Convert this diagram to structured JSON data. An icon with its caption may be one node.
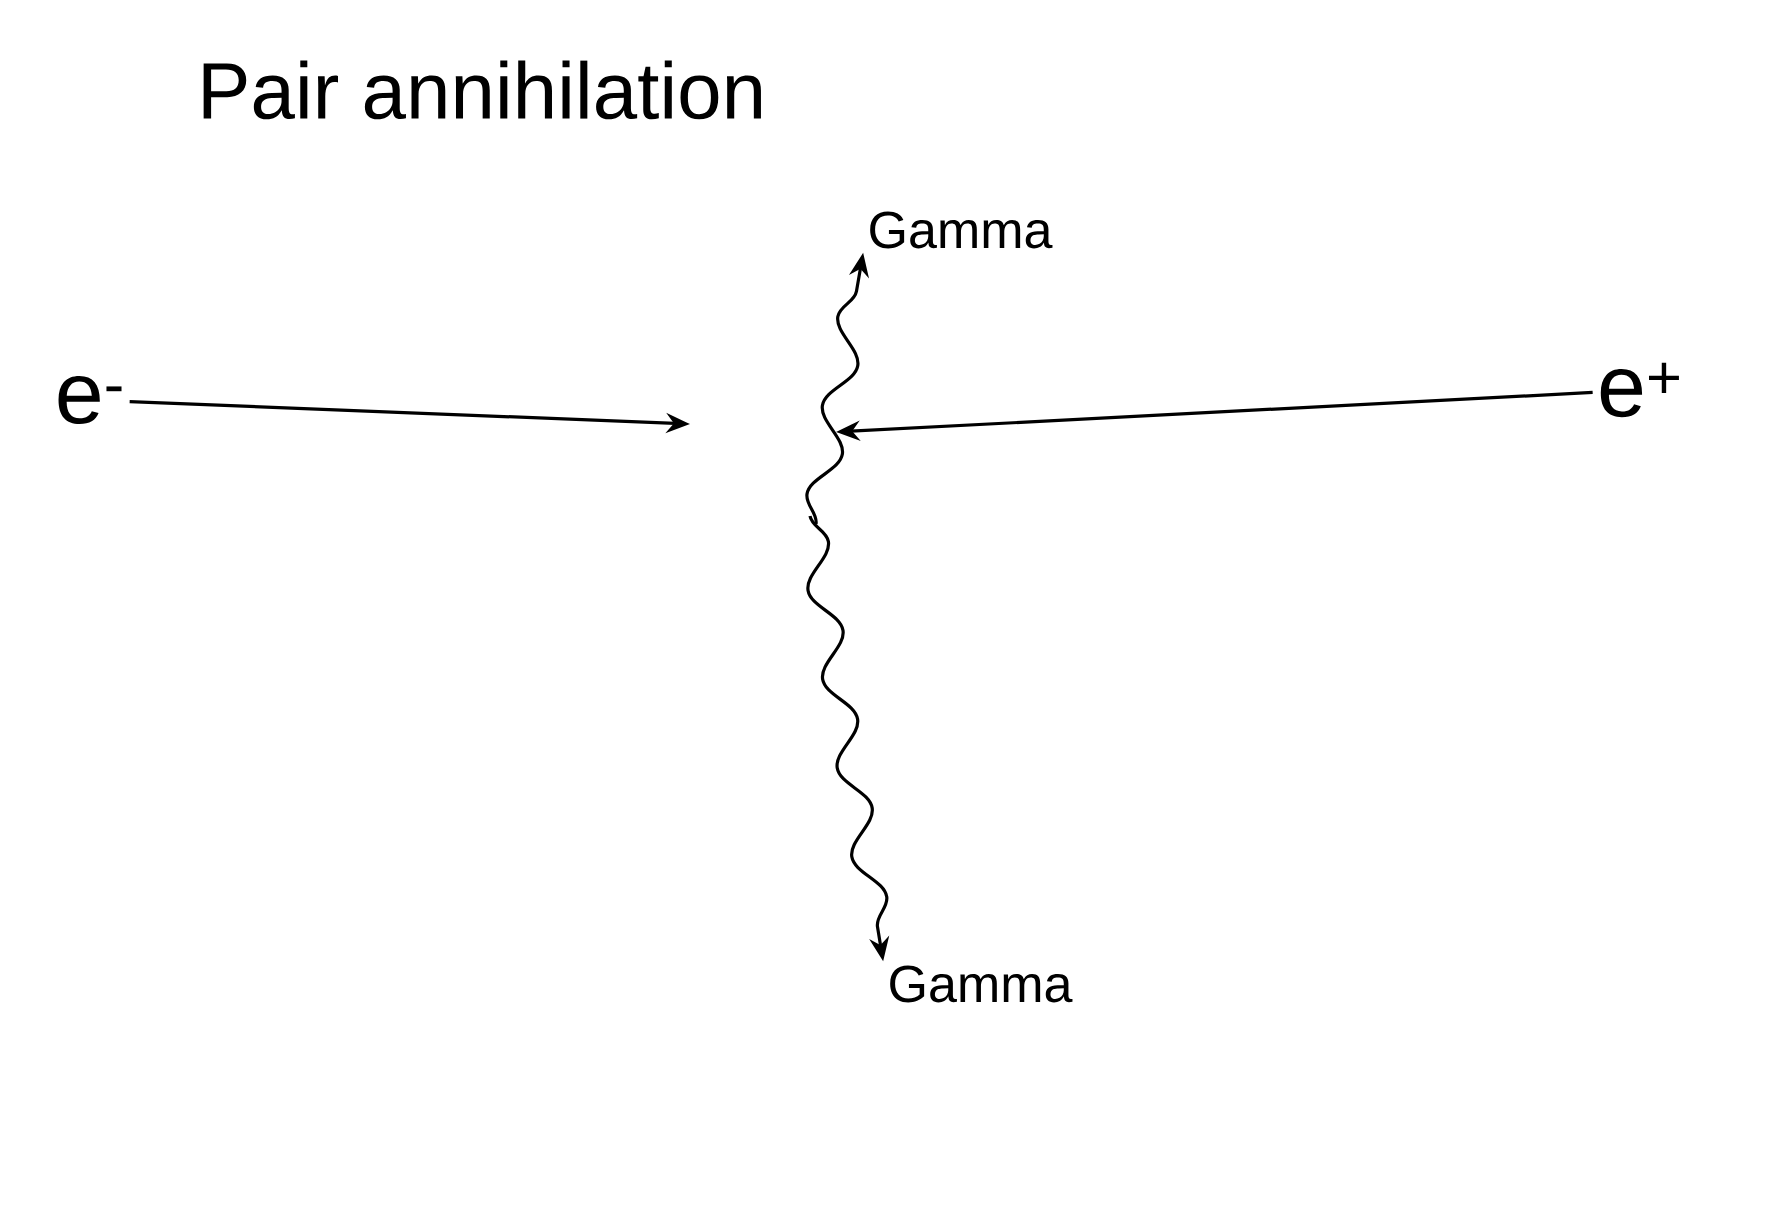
{
  "diagram": {
    "title": "Pair annihilation",
    "nodes": [
      {
        "text": [
          "e$^{-}$"
        ]
      },
      {
        "text": [
          "e$^{+}$"
        ]
      },
      {
        "text": [
          "Gamma"
        ]
      },
      {
        "text": [
          "Gamma"
        ]
      }
    ],
    "edges": [
      {
        "from": 0,
        "to": null,
        "arrow": "to"
      },
      {
        "from": 1,
        "to": null,
        "arrow": "to"
      },
      {
        "from": null,
        "to": 2,
        "arrow": "to"
      },
      {
        "from": null,
        "to": 3,
        "arrow": "to"
      }
    ]
  }
}
